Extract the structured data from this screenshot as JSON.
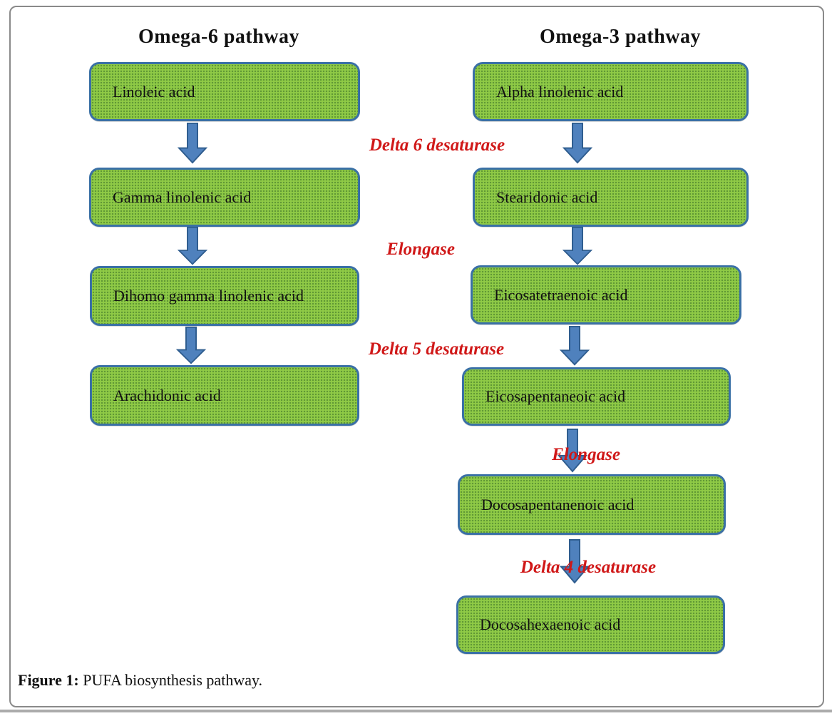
{
  "titles": {
    "omega6": "Omega-6 pathway",
    "omega3": "Omega-3 pathway"
  },
  "nodes": {
    "linoleic": "Linoleic acid",
    "gamma_linolenic": "Gamma linolenic acid",
    "dihomo": "Dihomo gamma linolenic acid",
    "arachidonic": "Arachidonic acid",
    "alpha_linolenic": "Alpha linolenic acid",
    "stearidonic": "Stearidonic acid",
    "eicosatetraenoic": "Eicosatetraenoic acid",
    "eicosapentaneoic": "Eicosapentaneoic acid",
    "docosapentanenoic": "Docosapentanenoic acid",
    "docosahexaenoic": "Docosahexaenoic acid"
  },
  "enzymes": {
    "delta6": "Delta 6 desaturase",
    "elongase_mid": "Elongase",
    "delta5": "Delta 5 desaturase",
    "elongase_right": "Elongase",
    "delta4": "Delta 4 desaturase"
  },
  "caption": {
    "label": "Figure 1:",
    "text": "PUFA biosynthesis pathway."
  },
  "colors": {
    "node_fill": "#8fca46",
    "node_border": "#3a70a6",
    "arrow_fill": "#4f81bd",
    "arrow_stroke": "#2f5d8f",
    "enzyme_text": "#d01818",
    "frame_border": "#8a8a8a"
  }
}
